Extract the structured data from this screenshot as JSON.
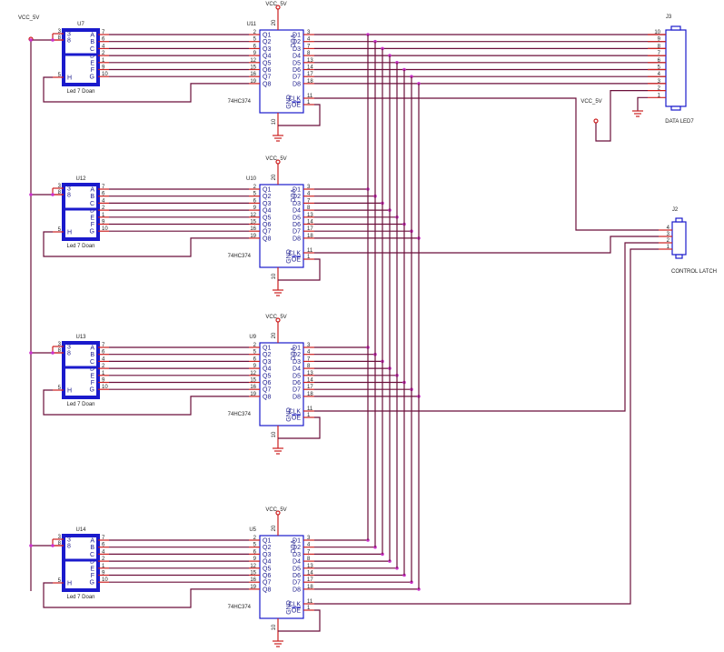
{
  "title": "7-segment display latch schematic",
  "power_label": "VCC_5V",
  "latch_part": "74HC374",
  "display_part": "Led 7 Doan",
  "latches": [
    {
      "ref": "U11"
    },
    {
      "ref": "U10"
    },
    {
      "ref": "U9"
    },
    {
      "ref": "U5"
    }
  ],
  "displays": [
    {
      "ref": "U7"
    },
    {
      "ref": "U12"
    },
    {
      "ref": "U13"
    },
    {
      "ref": "U14"
    }
  ],
  "latch_pins": {
    "q_names": [
      "Q1",
      "Q2",
      "Q3",
      "Q4",
      "Q5",
      "Q6",
      "Q7",
      "Q8"
    ],
    "q_nums": [
      "2",
      "5",
      "6",
      "9",
      "12",
      "15",
      "16",
      "19"
    ],
    "d_names": [
      "D1",
      "D2",
      "D3",
      "D4",
      "D5",
      "D6",
      "D7",
      "D8"
    ],
    "d_nums": [
      "3",
      "4",
      "7",
      "8",
      "13",
      "14",
      "17",
      "18"
    ],
    "vcc_name": "VCC",
    "vcc_num": "20",
    "gnd_name": "GND",
    "gnd_num": "10",
    "clk_name": "CLK",
    "clk_num": "11",
    "oe_name": "OE",
    "oe_num": "1"
  },
  "display_pins": {
    "seg_names": [
      "A",
      "B",
      "C",
      "D",
      "E",
      "F",
      "G"
    ],
    "seg_nums": [
      "7",
      "6",
      "4",
      "2",
      "1",
      "9",
      "10"
    ],
    "common_names": [
      "3",
      "8"
    ],
    "common_nums": [
      "3",
      "8"
    ],
    "dp_name": "H",
    "dp_num": "5"
  },
  "connectors": [
    {
      "ref": "J3",
      "label": "DATA LED7",
      "pins": [
        "10",
        "9",
        "8",
        "7",
        "6",
        "5",
        "4",
        "3",
        "2",
        "1"
      ]
    },
    {
      "ref": "J2",
      "label": "CONTROL LATCH",
      "pins": [
        "4",
        "3",
        "2",
        "1"
      ]
    }
  ]
}
